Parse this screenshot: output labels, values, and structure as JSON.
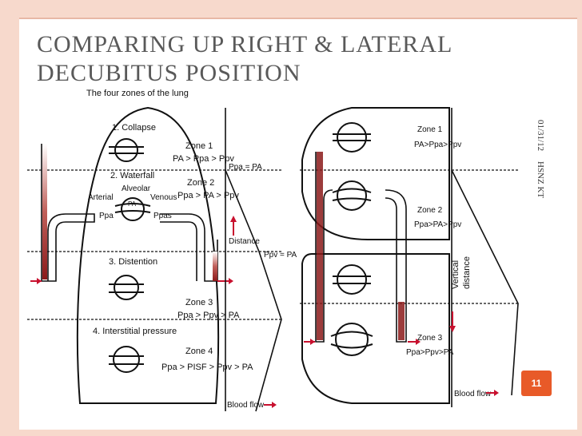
{
  "slide": {
    "title_line1": "COMPARING UP RIGHT & LATERAL",
    "title_line2": "DECUBITUS POSITION",
    "date": "01/31/12",
    "credit": "HSNZ KT",
    "page_number": "11"
  },
  "figure_left": {
    "heading": "The four zones of the lung",
    "zone_labels": [
      "1. Collapse",
      "2. Waterfall",
      "3. Distention",
      "4. Interstitial pressure"
    ],
    "arterial": "Arterial",
    "alveolar": "Alveolar",
    "venous": "Venous",
    "zone1": "Zone 1",
    "zone1_eq": "PA > Ppa > Ppv",
    "zone2": "Zone 2",
    "zone2_eq": "Ppa > PA > Ppv",
    "zone3": "Zone 3",
    "zone3_eq": "Ppa > Ppv > PA",
    "zone4": "Zone 4",
    "zone4_eq": "Ppa > PISF > Ppv > PA",
    "ppa_eq": "Ppa = PA",
    "ppv_eq": "Ppv = PA",
    "distance": "Distance",
    "blood_flow": "Blood flow",
    "ppa": "Ppa",
    "pa": "PA",
    "ppas": "Ppas"
  },
  "figure_right": {
    "zone1": "Zone 1",
    "zone1_eq": "PA>Ppa>Ppv",
    "zone2": "Zone 2",
    "zone2_eq": "Ppa>PA>Ppv",
    "zone3": "Zone 3",
    "zone3_eq": "Ppa>Ppv>PA",
    "vertical": "Vertical",
    "distance": "distance",
    "blood_flow": "Blood flow"
  },
  "colors": {
    "frame": "#f7d9cc",
    "badge": "#e85a28",
    "vessel": "#8b1a1a",
    "arrow": "#c8102e"
  }
}
